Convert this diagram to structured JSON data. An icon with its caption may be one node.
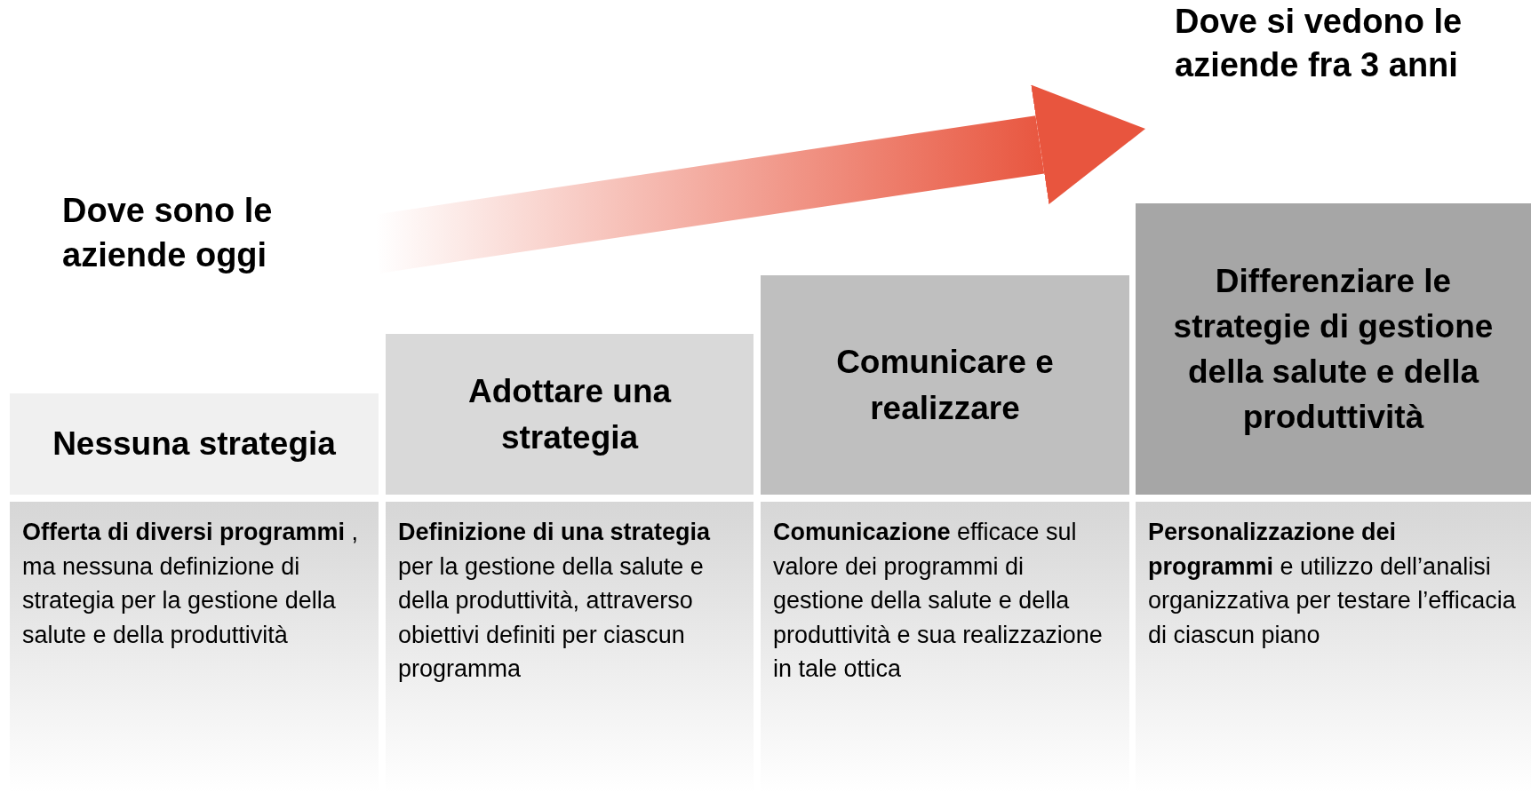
{
  "diagram": {
    "nodes": [
      {
        "text": [
          "Dove sono le aziende oggi"
        ]
      },
      {
        "text": [
          "Dove si vedono le aziende fra 3 anni"
        ]
      },
      {
        "text": [
          "Nessuna strategia"
        ]
      },
      {
        "text": [
          "Adottare una strategia"
        ]
      },
      {
        "text": [
          "Comunicare e realizzare"
        ]
      },
      {
        "text": [
          "Differenziare le strategie di gestione della salute e della produttività"
        ]
      },
      {
        "text": [
          "**Offerta di diversi programmi** , ma nessuna definizione di strategia per la gestione della salute e della produttività"
        ]
      },
      {
        "text": [
          "**Definizione di una strategia** per la gestione della salute e della produttività, attraverso obiettivi definiti per ciascun programma"
        ]
      },
      {
        "text": [
          "**Comunicazione** efficace sul valore dei programmi di gestione della salute e della produttività e sua realizzazione in tale ottica"
        ]
      },
      {
        "text": [
          "**Personalizzazione dei programmi** e utilizzo dell’analisi organizzativa per testare l’efficacia di ciascun piano"
        ]
      }
    ],
    "edges": [
      {
        "from": 0,
        "to": 1,
        "arrow": "to"
      }
    ]
  }
}
